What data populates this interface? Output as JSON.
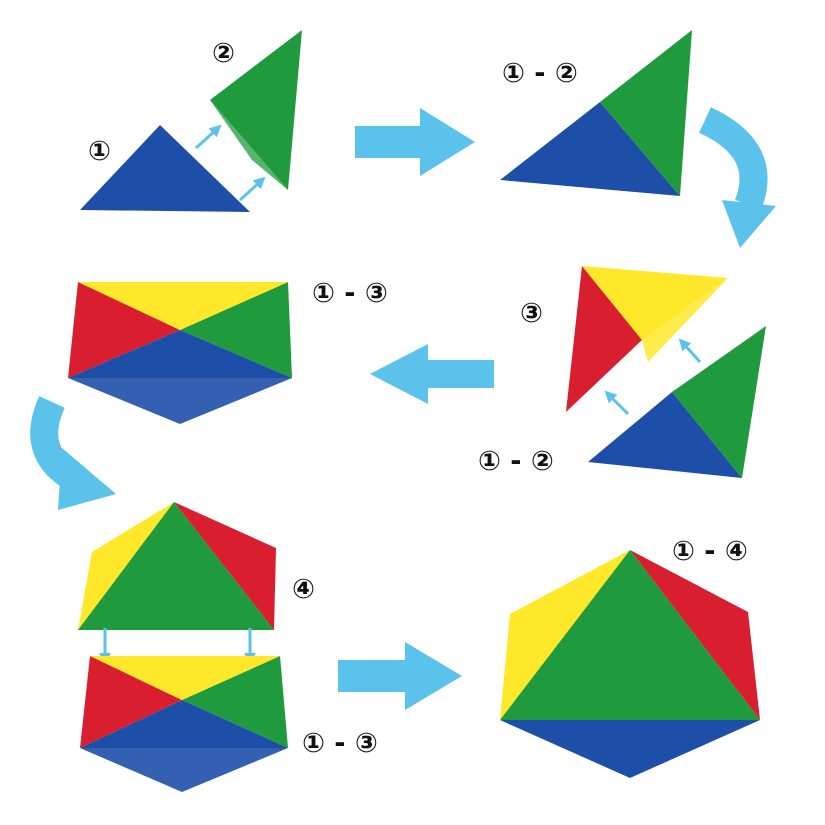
{
  "colors": {
    "blue": "#1e4fa8",
    "green": "#1f9a3c",
    "red": "#d81e2f",
    "yellow": "#ffe82a",
    "arrow": "#5bc2ec"
  },
  "labels": {
    "step1_piece1": "①",
    "step1_piece2": "②",
    "step1_result": "① - ②",
    "step2_piece3": "③",
    "step2_piece12": "① - ②",
    "step2_result": "① - ③",
    "step3_piece4": "④",
    "step3_piece13": "① - ③",
    "step3_result": "① - ④"
  }
}
